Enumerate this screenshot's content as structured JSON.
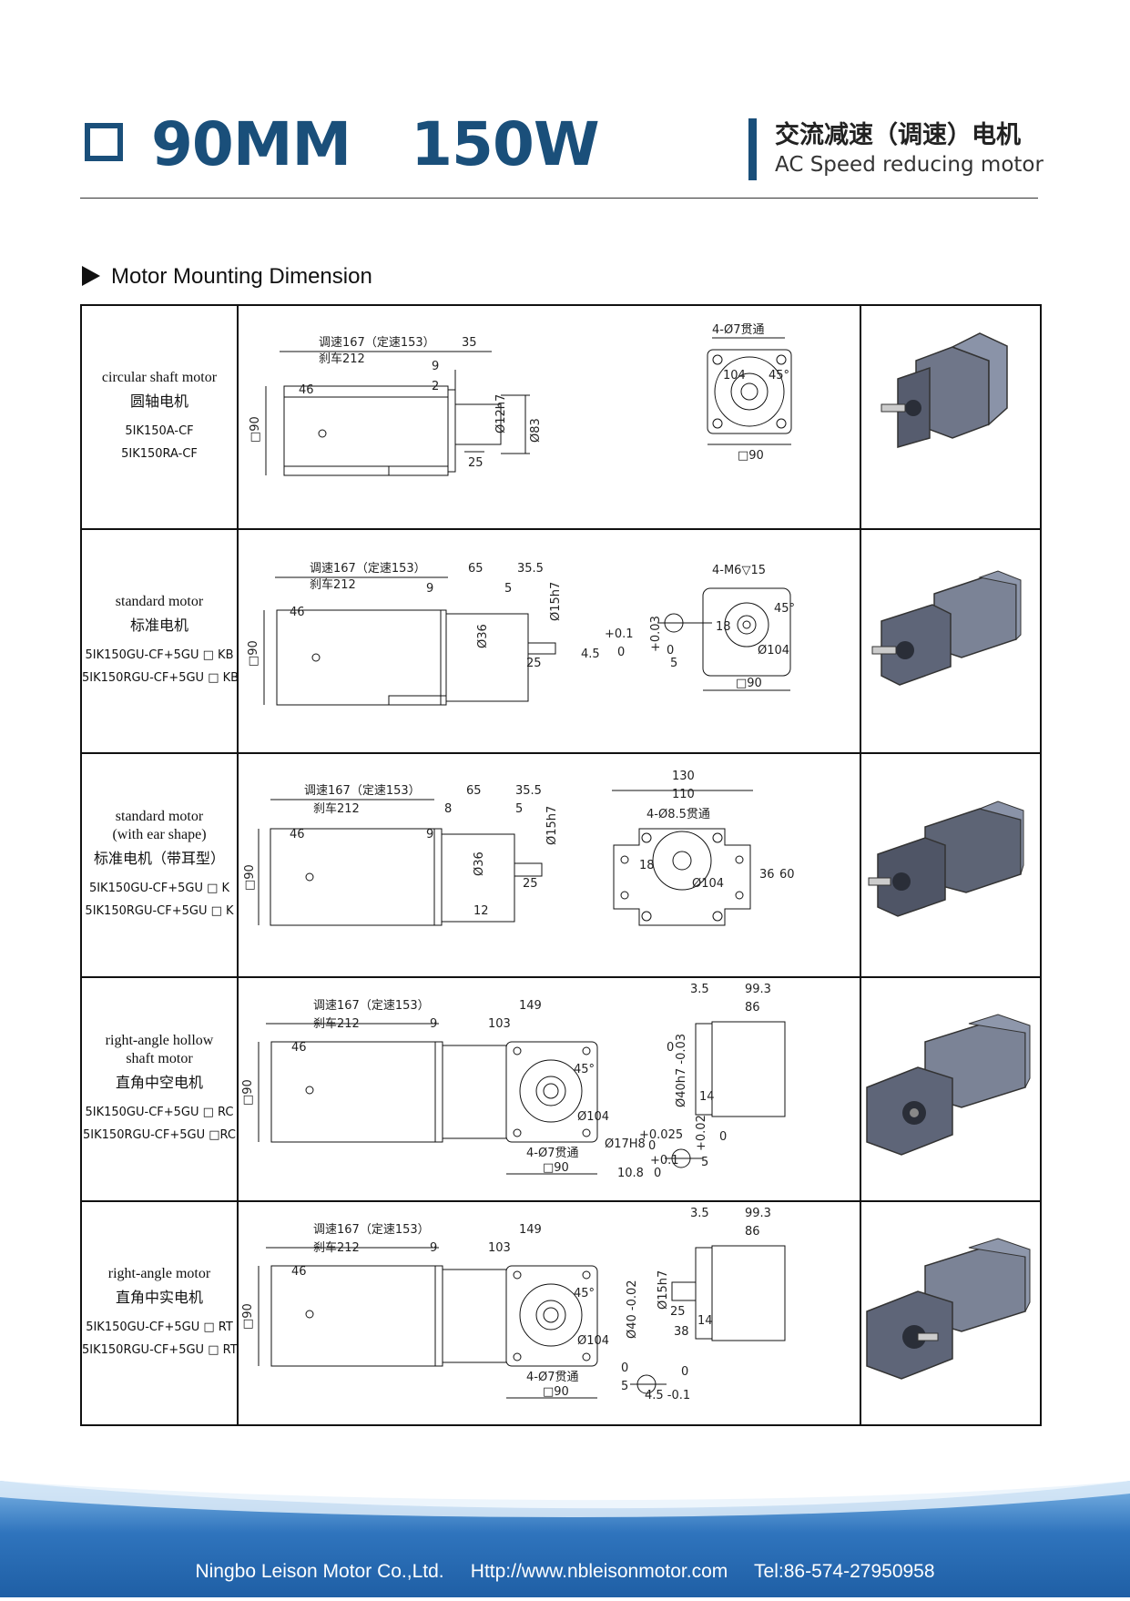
{
  "header": {
    "title": "90MM   150W",
    "cn_title": "交流减速（调速）电机",
    "en_subtitle": "AC Speed reducing motor"
  },
  "section_title": "Motor Mounting Dimension",
  "rows": [
    {
      "name_en": "circular shaft motor",
      "name_cn": "圆轴电机",
      "models": [
        "5IK150A-CF",
        "5IK150RA-CF"
      ],
      "dims": {
        "speed_len": "调速167（定速153）",
        "brake_len": "刹车212",
        "a": "35",
        "b": "9",
        "c": "2",
        "d": "46",
        "e": "25",
        "f": "Ø12h7",
        "g": "Ø83",
        "h": "□90",
        "holes": "4-Ø7贯通",
        "pcd": "104",
        "angle": "45°",
        "sq": "□90"
      }
    },
    {
      "name_en": "standard  motor",
      "name_cn": "标准电机",
      "models": [
        "5IK150GU-CF+5GU □ KB",
        "5IK150RGU-CF+5GU □ KB"
      ],
      "dims": {
        "speed_len": "调速167（定速153）",
        "brake_len": "刹车212",
        "a": "65",
        "b": "35.5",
        "c": "9",
        "d": "5",
        "e": "46",
        "f": "Ø36",
        "g": "Ø15h7",
        "h": "25",
        "i": "□90",
        "holes": "4-M6▽15",
        "j": "18",
        "k": "45°",
        "l": "Ø104",
        "sq": "□90",
        "tol1": "+0.1",
        "tol2": "0",
        "tol3": "4.5",
        "tol4": "+0.03",
        "tol5": "0",
        "tol6": "5"
      }
    },
    {
      "name_en": "standard  motor",
      "name_en2": "(with ear shape)",
      "name_cn": "标准电机（带耳型）",
      "models": [
        "5IK150GU-CF+5GU □ K",
        "5IK150RGU-CF+5GU □ K"
      ],
      "dims": {
        "speed_len": "调速167（定速153）",
        "brake_len": "刹车212",
        "a": "65",
        "b": "35.5",
        "c": "8",
        "d": "5",
        "e": "9",
        "f": "46",
        "g": "Ø36",
        "h": "Ø15h7",
        "i": "25",
        "j": "12",
        "k": "□90",
        "w1": "130",
        "w2": "110",
        "holes": "4-Ø8.5贯通",
        "m": "18",
        "n": "Ø104",
        "o": "36",
        "p": "60"
      }
    },
    {
      "name_en": "right-angle hollow",
      "name_en2": "shaft motor",
      "name_cn": "直角中空电机",
      "models": [
        "5IK150GU-CF+5GU □ RC",
        "5IK150RGU-CF+5GU □RC"
      ],
      "dims": {
        "speed_len": "调速167（定速153）",
        "brake_len": "刹车212",
        "a": "149",
        "b": "9",
        "c": "103",
        "d": "46",
        "e": "□90",
        "f": "45°",
        "g": "Ø104",
        "holes": "4-Ø7贯通",
        "sq": "□90",
        "s1": "3.5",
        "s2": "99.3",
        "s3": "86",
        "s4": "Ø40h7 -0.03",
        "s5": "0",
        "s6": "14",
        "t1": "Ø17H8",
        "t2": "+0.025",
        "t3": "0",
        "t4": "+0.02",
        "t5": "0",
        "t6": "+0.1",
        "t7": "10.8",
        "t8": "0",
        "t9": "5"
      }
    },
    {
      "name_en": "right-angle motor",
      "name_cn": "直角中实电机",
      "models": [
        "5IK150GU-CF+5GU □ RT",
        "5IK150RGU-CF+5GU □ RT"
      ],
      "dims": {
        "speed_len": "调速167（定速153）",
        "brake_len": "刹车212",
        "a": "149",
        "b": "9",
        "c": "103",
        "d": "46",
        "e": "□90",
        "f": "45°",
        "g": "Ø104",
        "holes": "4-Ø7贯通",
        "sq": "□90",
        "s1": "3.5",
        "s2": "99.3",
        "s3": "86",
        "s4": "Ø40 -0.02",
        "s5": "Ø15h7",
        "s6": "25",
        "s7": "14",
        "s8": "38",
        "t1": "5",
        "t2": "0",
        "t3": "0",
        "t4": "4.5 -0.1"
      }
    }
  ],
  "footer": {
    "company": "Ningbo Leison Motor Co.,Ltd.",
    "website": "Http://www.nbleisonmotor.com",
    "tel": "Tel:86-574-27950958"
  },
  "colors": {
    "brand_blue": "#1a4f7a",
    "footer_blue": "#1f5fa5",
    "footer_light": "#7fb6e6"
  }
}
